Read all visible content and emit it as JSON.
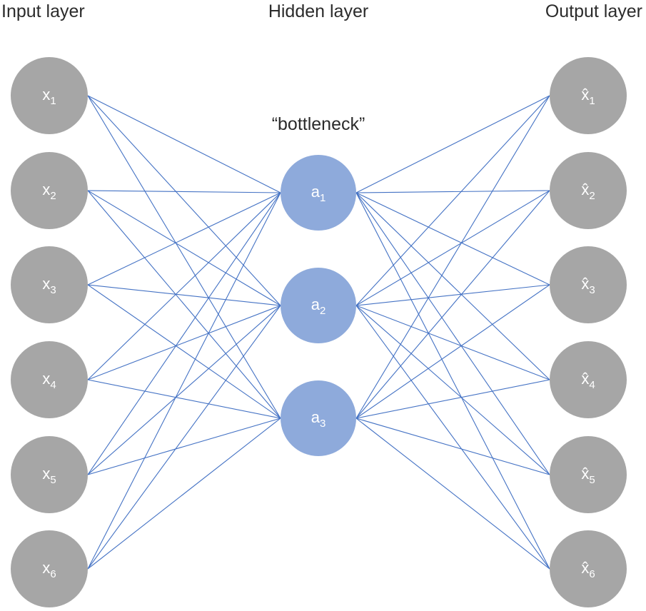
{
  "titles": {
    "input": "Input layer",
    "hidden": "Hidden layer",
    "output": "Output layer"
  },
  "annotation": "“bottleneck”",
  "layers": {
    "input": [
      {
        "base": "x",
        "sub": "1"
      },
      {
        "base": "x",
        "sub": "2"
      },
      {
        "base": "x",
        "sub": "3"
      },
      {
        "base": "x",
        "sub": "4"
      },
      {
        "base": "x",
        "sub": "5"
      },
      {
        "base": "x",
        "sub": "6"
      }
    ],
    "hidden": [
      {
        "base": "a",
        "sub": "1"
      },
      {
        "base": "a",
        "sub": "2"
      },
      {
        "base": "a",
        "sub": "3"
      }
    ],
    "output": [
      {
        "base": "x̂",
        "sub": "1"
      },
      {
        "base": "x̂",
        "sub": "2"
      },
      {
        "base": "x̂",
        "sub": "3"
      },
      {
        "base": "x̂",
        "sub": "4"
      },
      {
        "base": "x̂",
        "sub": "5"
      },
      {
        "base": "x̂",
        "sub": "6"
      }
    ]
  },
  "connectivity": "fully-connected",
  "colors": {
    "input_node": "#a6a6a6",
    "hidden_node": "#8eaadb",
    "output_node": "#a6a6a6",
    "edge": "#4472c4",
    "node_text": "#ffffff",
    "title_text": "#2b2b2b"
  }
}
